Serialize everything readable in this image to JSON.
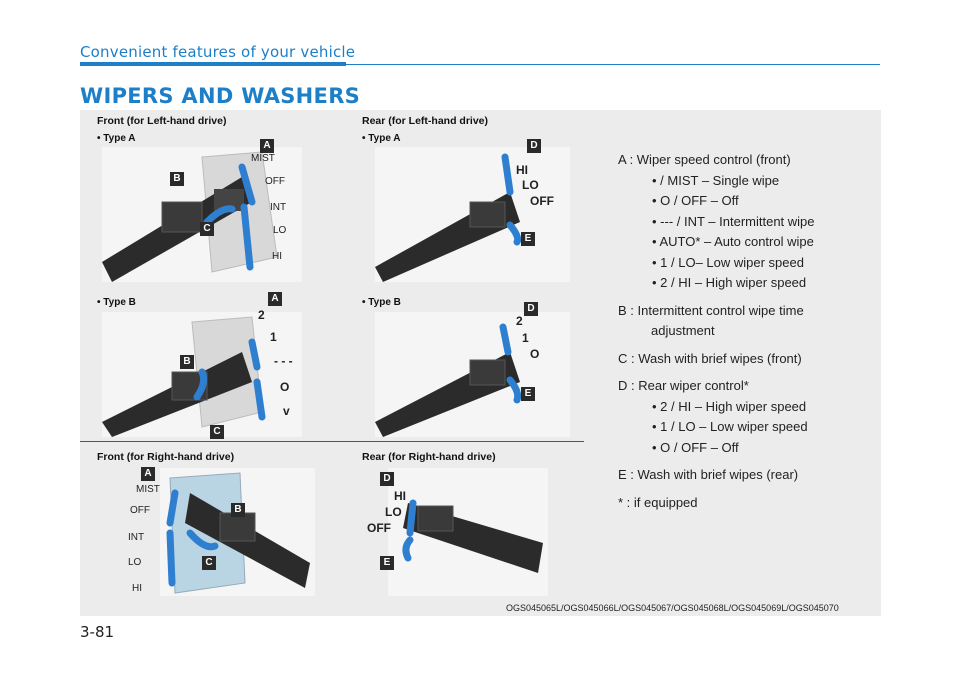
{
  "header": {
    "section": "Convenient features of your vehicle",
    "title": "WIPERS AND WASHERS",
    "page_number": "3-81"
  },
  "figures": {
    "front_lhd": {
      "caption": "Front (for Left-hand drive)",
      "type_a": {
        "label": "• Type A",
        "positions": [
          "MIST",
          "OFF",
          "INT",
          "LO",
          "HI"
        ]
      },
      "type_b": {
        "label": "• Type B",
        "positions": [
          "2",
          "1",
          "- - -",
          "O",
          "v"
        ]
      }
    },
    "rear_lhd": {
      "caption": "Rear (for Left-hand drive)",
      "type_a": {
        "label": "• Type A",
        "positions": [
          "HI",
          "LO",
          "OFF"
        ]
      },
      "type_b": {
        "label": "• Type B",
        "positions": [
          "2",
          "1",
          "O"
        ]
      }
    },
    "front_rhd": {
      "caption": "Front (for Right-hand drive)",
      "positions": [
        "MIST",
        "OFF",
        "INT",
        "LO",
        "HI"
      ]
    },
    "rear_rhd": {
      "caption": "Rear (for Right-hand drive)",
      "positions": [
        "HI",
        "LO",
        "OFF"
      ]
    },
    "badges": {
      "a": "A",
      "b": "B",
      "c": "C",
      "d": "D",
      "e": "E"
    },
    "image_codes": "OGS045065L/OGS045066L/OGS045067/OGS045068L/OGS045069L/OGS045070"
  },
  "legend": {
    "a_head": "A : Wiper speed control (front)",
    "a_items": [
      "•       / MIST – Single wipe",
      "• O / OFF – Off",
      "• --- / INT – Intermittent wipe",
      "• AUTO* – Auto control wipe",
      "• 1 / LO– Low wiper speed",
      "• 2 / HI – High wiper speed"
    ],
    "b_head": "B : Intermittent control wipe time",
    "b_cont": "adjustment",
    "c_head": "C : Wash with brief wipes (front)",
    "d_head": "D : Rear wiper control*",
    "d_items": [
      "• 2 / HI – High wiper speed",
      "• 1 / LO – Low wiper speed",
      "• O / OFF – Off"
    ],
    "e_head": "E : Wash with brief wipes (rear)",
    "footnote": "* : if equipped"
  },
  "colors": {
    "accent": "#1d7fc8",
    "arrow": "#2f7fd0",
    "stalk": "#2b2b2b"
  }
}
